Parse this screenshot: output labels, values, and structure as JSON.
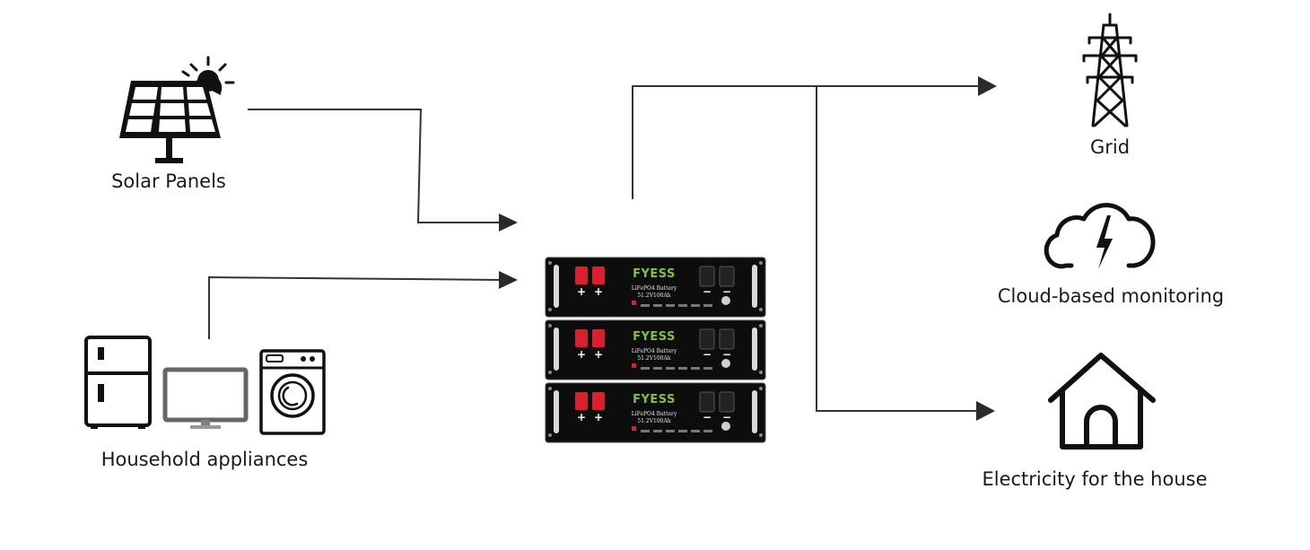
{
  "nodes": {
    "solar": {
      "label": "Solar Panels",
      "icon": "solar-panel-icon"
    },
    "appliances": {
      "label": "Household appliances",
      "icon": "household-appliances-icon"
    },
    "battery": {
      "icon": "battery-rack-icon",
      "brand": "FYESS",
      "model_line1": "LiFePO4 Battery",
      "model_line2": "51.2V100Ah",
      "terminal_plus": "+",
      "terminal_minus": "−",
      "module_count": 3
    },
    "grid": {
      "label": "Grid",
      "icon": "transmission-tower-icon"
    },
    "cloud": {
      "label": "Cloud-based monitoring",
      "icon": "cloud-lightning-icon"
    },
    "house": {
      "label": "Electricity for the house",
      "icon": "house-icon"
    }
  },
  "edges": [
    {
      "from": "solar",
      "to": "battery"
    },
    {
      "from": "appliances",
      "to": "battery"
    },
    {
      "from": "battery",
      "to": "grid"
    },
    {
      "from": "battery",
      "to": "house"
    }
  ],
  "colors": {
    "line": "#333333",
    "battery_body": "#0d0d0d",
    "terminal_red": "#d8202f",
    "brand_green": "#7ec242"
  }
}
